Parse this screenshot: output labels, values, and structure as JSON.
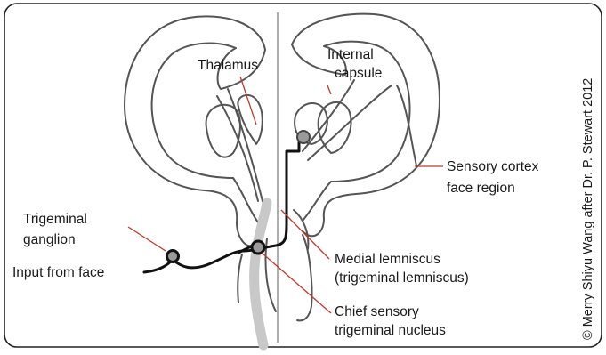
{
  "labels": {
    "thalamus": "Thalamus",
    "internal_capsule": [
      "Internal",
      "capsule"
    ],
    "sensory_cortex": [
      "Sensory cortex",
      "face region"
    ],
    "trigeminal_ganglion": [
      "Trigeminal",
      "ganglion"
    ],
    "input_from_face": "Input from face",
    "medial_lemniscus": [
      "Medial lemniscus",
      "(trigeminal lemniscus)"
    ],
    "chief_sensory_nucleus": [
      "Chief sensory",
      "trigeminal nucleus"
    ]
  },
  "credit": "© Merry Shiyu Wang after Dr. P. Stewart 2012",
  "colors": {
    "outline": "#555555",
    "pathway": "#111111",
    "leader": "#c0392b",
    "brainstem_tract": "#c8c8c8",
    "nucleus_fill": "#9a9a9a"
  }
}
